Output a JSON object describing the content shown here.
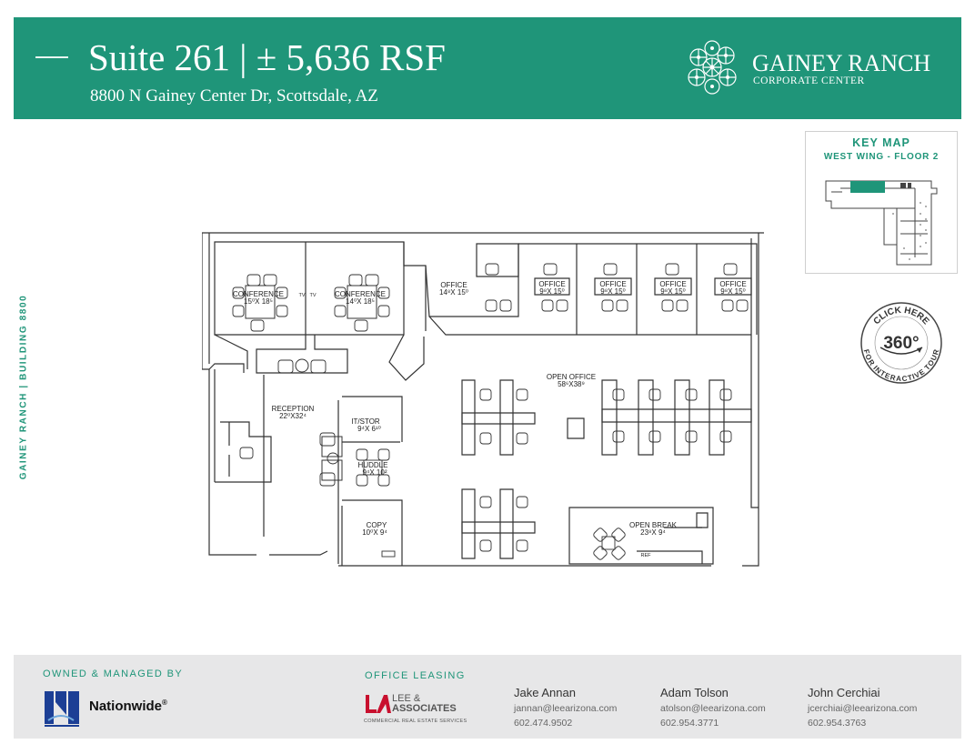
{
  "header": {
    "title": "Suite 261 | ± 5,636 RSF",
    "address": "8800 N Gainey Center Dr, Scottsdale, AZ",
    "brand_name": "GAINEY RANCH",
    "brand_sub": "CORPORATE CENTER"
  },
  "side_label": "GAINEY RANCH  |  BUILDING 8800",
  "key_map": {
    "title": "KEY MAP",
    "subtitle": "WEST WING - FLOOR 2",
    "highlight_color": "#1f9579"
  },
  "tour": {
    "top": "CLICK HERE",
    "number": "360°",
    "bottom": "FOR INTERACTIVE TOUR"
  },
  "rooms": {
    "conf1_name": "CONFERENCE",
    "conf1_size": "15⁰X 18⁵",
    "conf2_name": "CONFERENCE",
    "conf2_size": "14⁰X 18⁵",
    "tv": "TV",
    "office1_name": "OFFICE",
    "office1_size": "14⁸X 15⁰",
    "office2_name": "OFFICE",
    "office2_size": "9⁸X 15⁰",
    "office3_name": "OFFICE",
    "office3_size": "9⁸X 15⁰",
    "office4_name": "OFFICE",
    "office4_size": "9⁸X 15⁰",
    "office5_name": "OFFICE",
    "office5_size": "9⁸X 15⁰",
    "open_name": "OPEN OFFICE",
    "open_size": "58⁶X38⁹",
    "reception_name": "RECEPTION",
    "reception_size": "22⁰X32⁴",
    "it_name": "IT/STOR",
    "it_size": "9⁴X 6¹⁰",
    "huddle_name": "HUDDLE",
    "huddle_size": "9⁴X 10²",
    "copy_name": "COPY",
    "copy_size": "10⁰X 9⁴",
    "break_name": "OPEN BREAK",
    "break_size": "23⁸X 9⁴",
    "ref": "REF"
  },
  "footer": {
    "owned_label": "OWNED & MANAGED BY",
    "owner_name": "Nationwide",
    "owner_mark": "®",
    "leasing_label": "OFFICE LEASING",
    "broker_line1": "LEE &",
    "broker_line2": "ASSOCIATES",
    "broker_sub": "COMMERCIAL REAL ESTATE SERVICES",
    "contacts": [
      {
        "name": "Jake Annan",
        "email": "jannan@leearizona.com",
        "phone": "602.474.9502"
      },
      {
        "name": "Adam Tolson",
        "email": "atolson@leearizona.com",
        "phone": "602.954.3771"
      },
      {
        "name": "John Cerchiai",
        "email": "jcerchiai@leearizona.com",
        "phone": "602.954.3763"
      }
    ]
  }
}
